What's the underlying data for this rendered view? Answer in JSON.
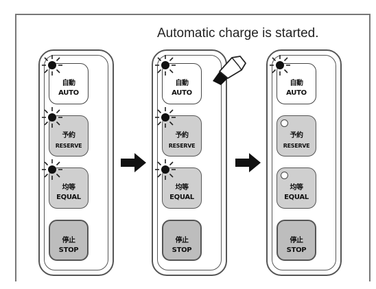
{
  "caption": "Automatic charge is started.",
  "panels": [
    {
      "buttons": [
        {
          "jp": "自動",
          "en": "AUTO",
          "lamp": "on"
        },
        {
          "jp": "予約",
          "en": "RESERVE",
          "lamp": "on"
        },
        {
          "jp": "均等",
          "en": "EQUAL",
          "lamp": "on"
        },
        {
          "jp": "停止",
          "en": "STOP",
          "lamp": "none"
        }
      ]
    },
    {
      "buttons": [
        {
          "jp": "自動",
          "en": "AUTO",
          "lamp": "on"
        },
        {
          "jp": "予約",
          "en": "RESERVE",
          "lamp": "on"
        },
        {
          "jp": "均等",
          "en": "EQUAL",
          "lamp": "on"
        },
        {
          "jp": "停止",
          "en": "STOP",
          "lamp": "none"
        }
      ]
    },
    {
      "buttons": [
        {
          "jp": "自動",
          "en": "AUTO",
          "lamp": "on"
        },
        {
          "jp": "予約",
          "en": "RESERVE",
          "lamp": "off"
        },
        {
          "jp": "均等",
          "en": "EQUAL",
          "lamp": "off"
        },
        {
          "jp": "停止",
          "en": "STOP",
          "lamp": "none"
        }
      ]
    }
  ],
  "icons": {
    "lamp_on": "lamp-lit-icon",
    "lamp_off": "lamp-unlit-icon",
    "arrow": "arrow-right-icon",
    "press": "pressing-finger-icon"
  }
}
